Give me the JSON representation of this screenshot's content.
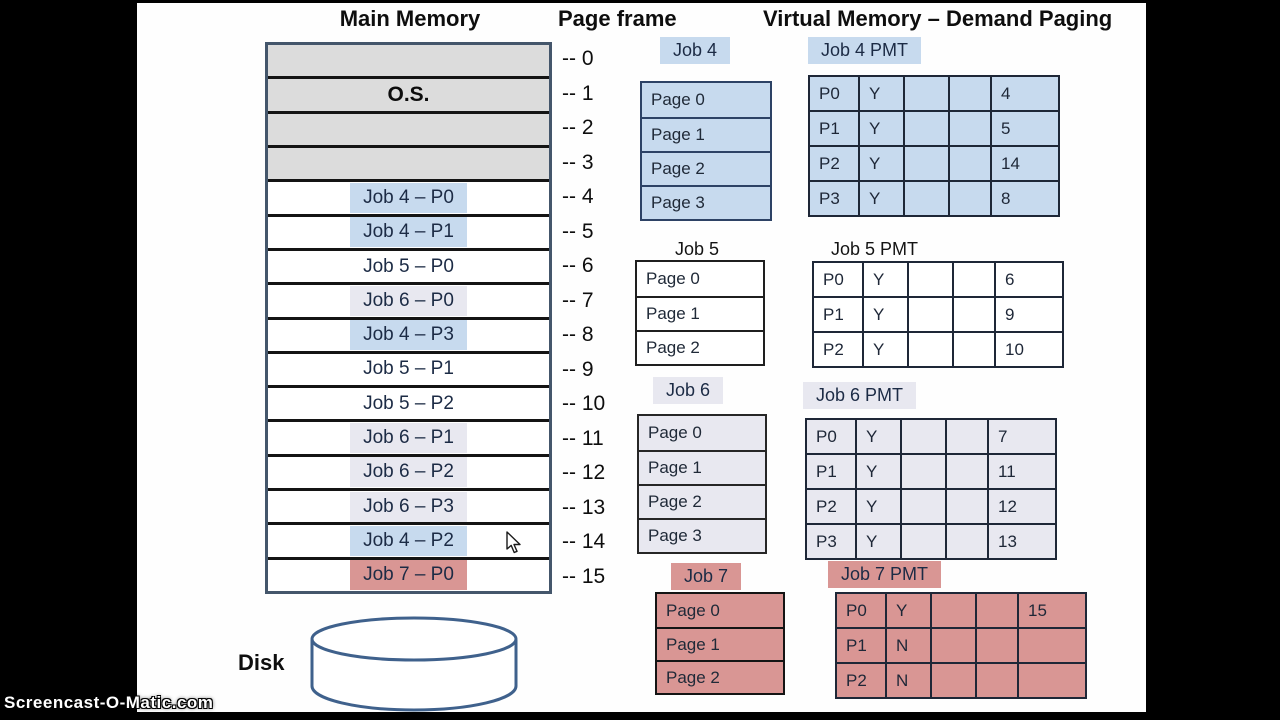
{
  "headers": {
    "main_memory": "Main Memory",
    "page_frame": "Page frame",
    "slide_title": "Virtual Memory – Demand Paging",
    "disk_label": "Disk"
  },
  "watermark": "Screencast-O-Matic.com",
  "main_memory": {
    "frames": [
      {
        "frame_label": "-- 0",
        "content": "",
        "style": "os"
      },
      {
        "frame_label": "-- 1",
        "content": "O.S.",
        "style": "os"
      },
      {
        "frame_label": "-- 2",
        "content": "",
        "style": "os"
      },
      {
        "frame_label": "-- 3",
        "content": "",
        "style": "os"
      },
      {
        "frame_label": "-- 4",
        "content": "Job 4 – P0",
        "style": "job4"
      },
      {
        "frame_label": "-- 5",
        "content": "Job 4 – P1",
        "style": "job4"
      },
      {
        "frame_label": "-- 6",
        "content": "Job 5 – P0",
        "style": "job5"
      },
      {
        "frame_label": "-- 7",
        "content": "Job 6 – P0",
        "style": "job6"
      },
      {
        "frame_label": "-- 8",
        "content": "Job 4 – P3",
        "style": "job4"
      },
      {
        "frame_label": "-- 9",
        "content": "Job 5 – P1",
        "style": "job5"
      },
      {
        "frame_label": "-- 10",
        "content": "Job 5 – P2",
        "style": "job5"
      },
      {
        "frame_label": "-- 11",
        "content": "Job 6 – P1",
        "style": "job6"
      },
      {
        "frame_label": "-- 12",
        "content": "Job 6 – P2",
        "style": "job6"
      },
      {
        "frame_label": "-- 13",
        "content": "Job 6 – P3",
        "style": "job6"
      },
      {
        "frame_label": "-- 14",
        "content": "Job 4 – P2",
        "style": "job4"
      },
      {
        "frame_label": "-- 15",
        "content": "Job 7 – P0",
        "style": "job7"
      }
    ]
  },
  "jobs": [
    {
      "id": "job4",
      "title": "Job 4",
      "pmt_title": "Job 4 PMT",
      "pages": [
        "Page 0",
        "Page 1",
        "Page 2",
        "Page 3"
      ],
      "pmt_rows": [
        [
          "P0",
          "Y",
          "",
          "",
          "4"
        ],
        [
          "P1",
          "Y",
          "",
          "",
          "5"
        ],
        [
          "P2",
          "Y",
          "",
          "",
          "14"
        ],
        [
          "P3",
          "Y",
          "",
          "",
          "8"
        ]
      ]
    },
    {
      "id": "job5",
      "title": "Job 5",
      "pmt_title": "Job 5 PMT",
      "pages": [
        "Page 0",
        "Page 1",
        "Page 2"
      ],
      "pmt_rows": [
        [
          "P0",
          "Y",
          "",
          "",
          "6"
        ],
        [
          "P1",
          "Y",
          "",
          "",
          "9"
        ],
        [
          "P2",
          "Y",
          "",
          "",
          "10"
        ]
      ]
    },
    {
      "id": "job6",
      "title": "Job 6",
      "pmt_title": "Job 6 PMT",
      "pages": [
        "Page 0",
        "Page 1",
        "Page 2",
        "Page 3"
      ],
      "pmt_rows": [
        [
          "P0",
          "Y",
          "",
          "",
          "7"
        ],
        [
          "P1",
          "Y",
          "",
          "",
          "11"
        ],
        [
          "P2",
          "Y",
          "",
          "",
          "12"
        ],
        [
          "P3",
          "Y",
          "",
          "",
          "13"
        ]
      ]
    },
    {
      "id": "job7",
      "title": "Job 7",
      "pmt_title": "Job 7 PMT",
      "pages": [
        "Page 0",
        "Page 1",
        "Page 2"
      ],
      "pmt_rows": [
        [
          "P0",
          "Y",
          "",
          "",
          "15"
        ],
        [
          "P1",
          "N",
          "",
          "",
          ""
        ],
        [
          "P2",
          "N",
          "",
          "",
          ""
        ]
      ]
    }
  ],
  "icons": {
    "disk": "disk-cylinder-icon",
    "cursor": "mouse-cursor-icon"
  },
  "colors": {
    "job4_blue": "#c7daee",
    "job5_white": "#ffffff",
    "job6_lavender": "#e8e8f0",
    "job7_salmon": "#d99694",
    "os_gray": "#dcdcdc",
    "memory_border": "#44566b",
    "disk_stroke": "#3f618c"
  }
}
